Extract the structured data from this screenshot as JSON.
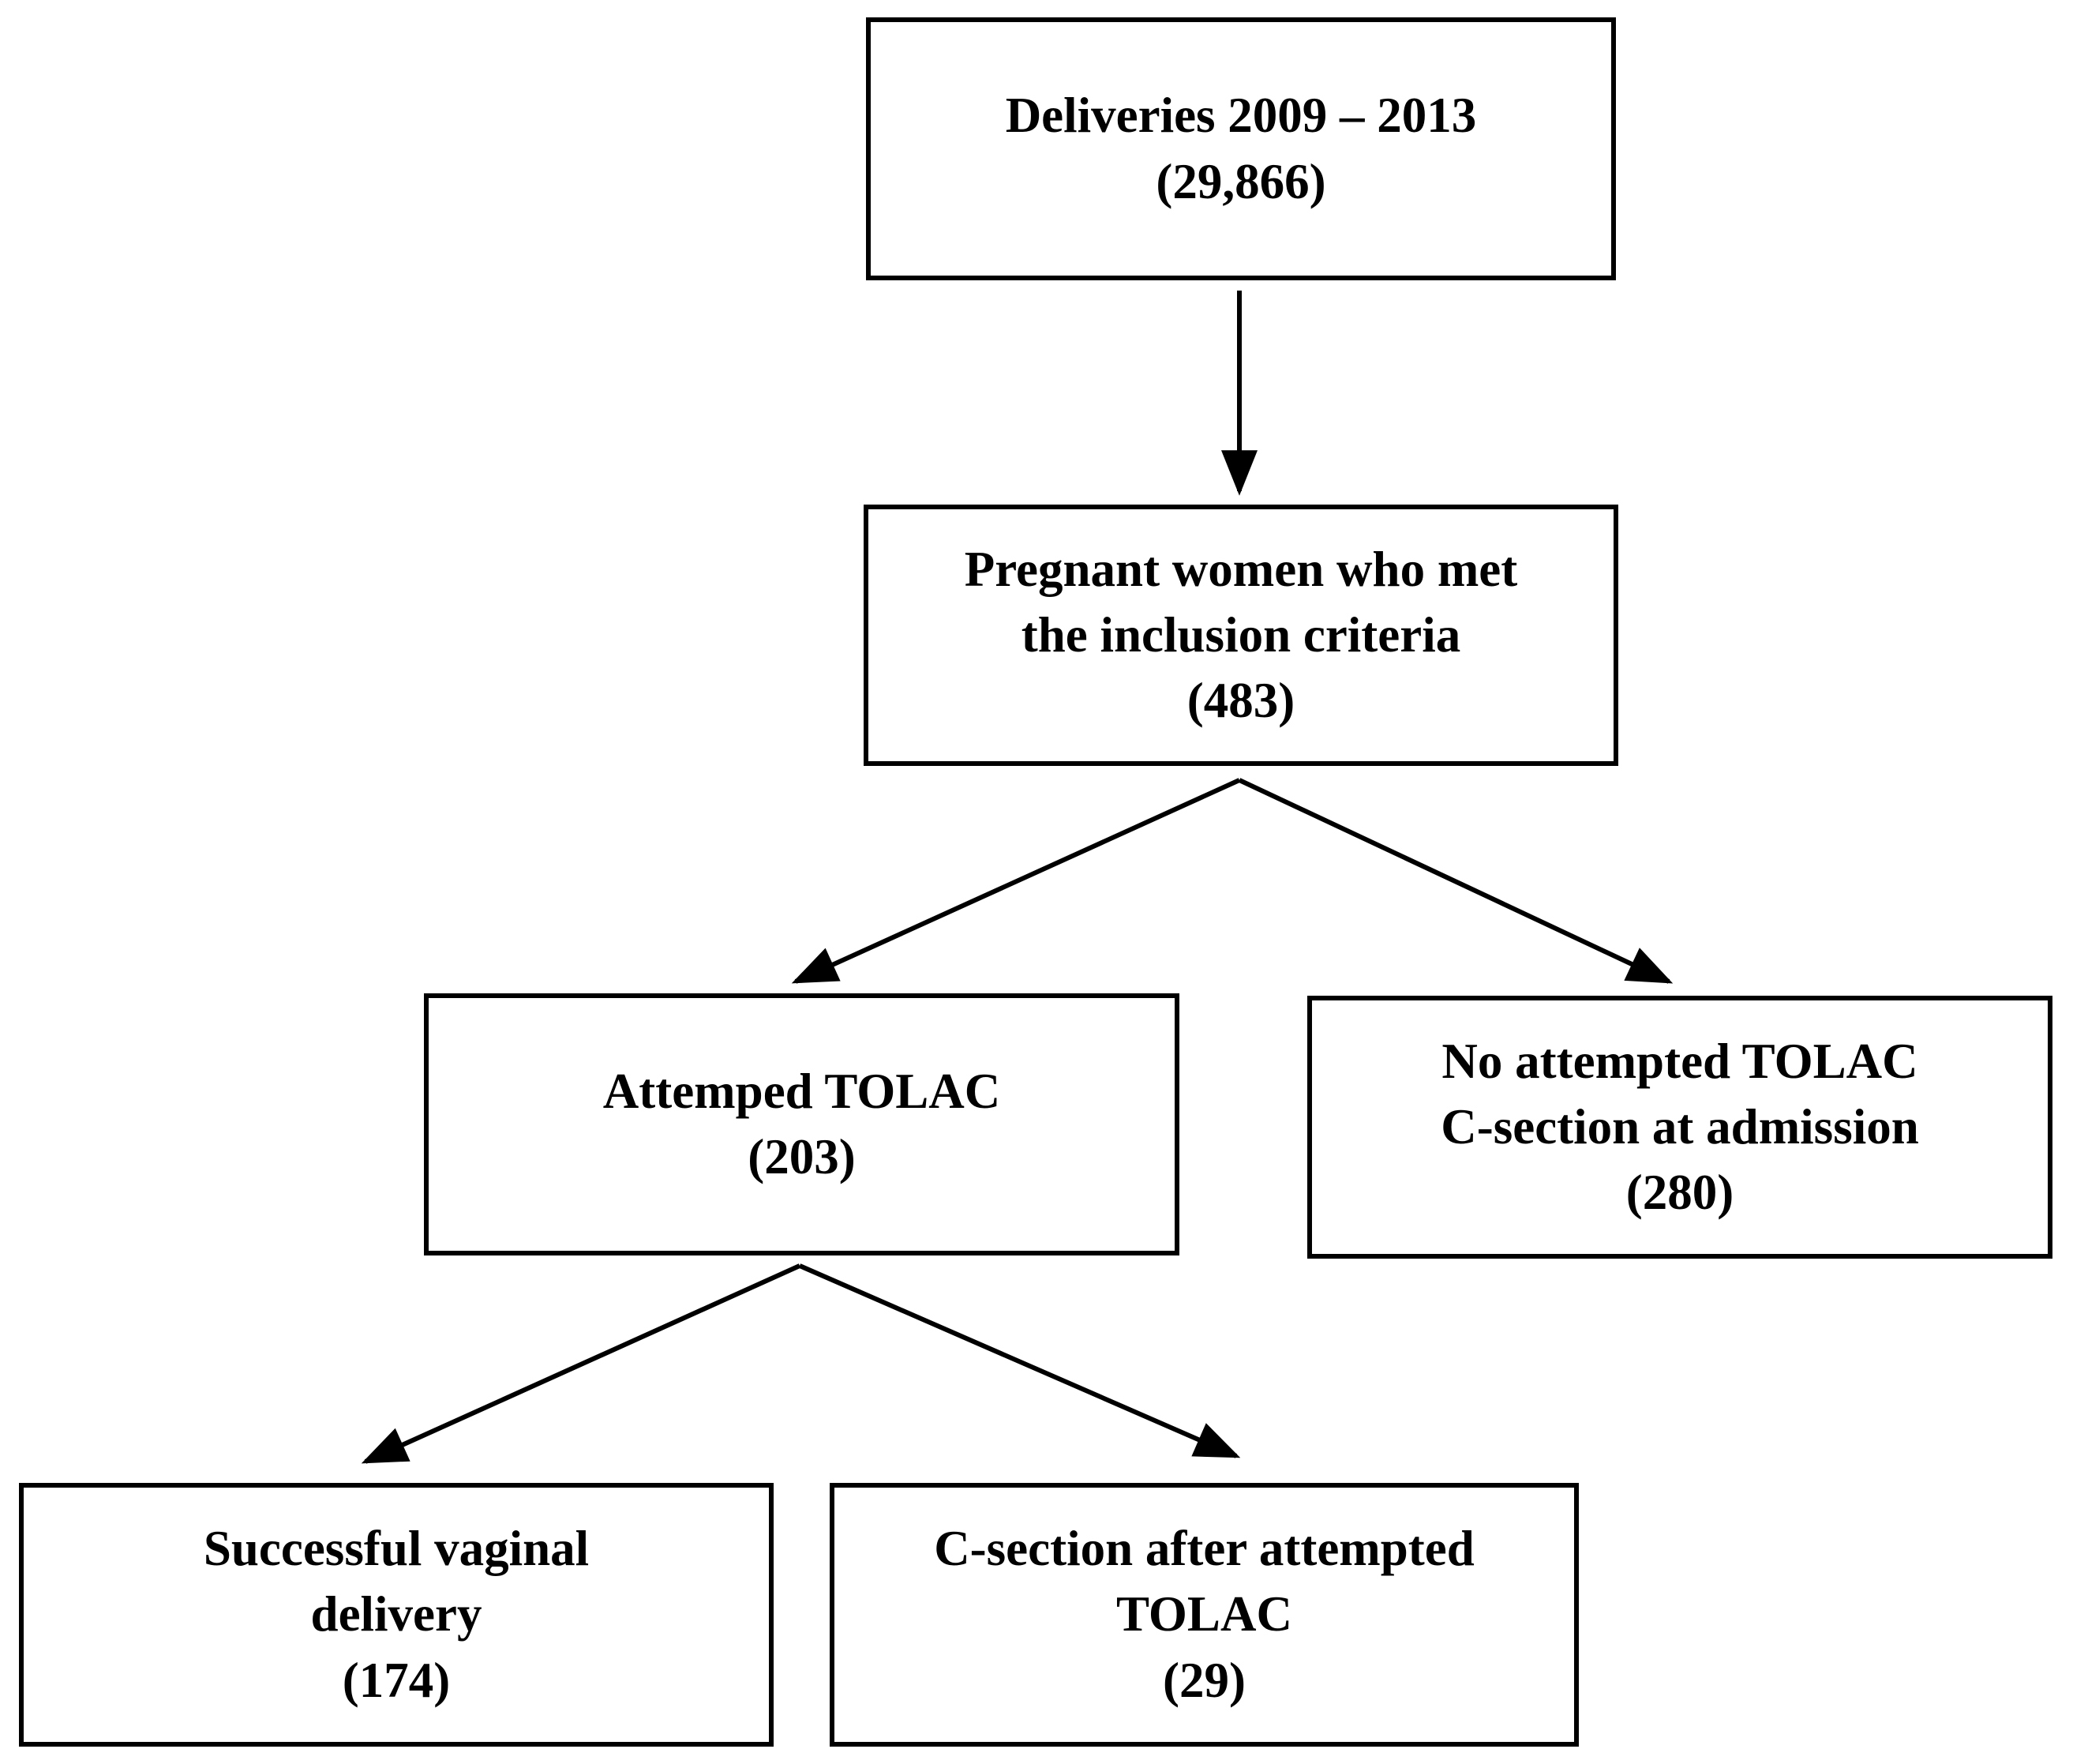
{
  "diagram": {
    "colors": {
      "box_border": "#000000",
      "box_fill": "#ffffff",
      "text": "#000000",
      "arrow": "#000000"
    },
    "nodes": {
      "deliveries": {
        "lines": [
          "Deliveries 2009 – 2013",
          "(29,866)"
        ],
        "count_label": "(29,866)"
      },
      "inclusion": {
        "lines": [
          "Pregnant women who met",
          "the inclusion criteria",
          "(483)"
        ],
        "count_label": "(483)"
      },
      "attempted_tolac": {
        "lines": [
          "Attemped TOLAC",
          "(203)"
        ],
        "count_label": "(203)"
      },
      "no_attempted_tolac": {
        "lines": [
          "No attempted TOLAC",
          "C-section at admission",
          "(280)"
        ],
        "count_label": "(280)"
      },
      "successful_vaginal": {
        "lines": [
          "Successful vaginal",
          "delivery",
          "(174)"
        ],
        "count_label": "(174)"
      },
      "csection_after_tolac": {
        "lines": [
          "C-section after attempted",
          "TOLAC",
          "(29)"
        ],
        "count_label": "(29)"
      }
    },
    "edges": [
      {
        "from": "deliveries",
        "to": "inclusion"
      },
      {
        "from": "inclusion",
        "to": "attempted_tolac"
      },
      {
        "from": "inclusion",
        "to": "no_attempted_tolac"
      },
      {
        "from": "attempted_tolac",
        "to": "successful_vaginal"
      },
      {
        "from": "attempted_tolac",
        "to": "csection_after_tolac"
      }
    ]
  }
}
